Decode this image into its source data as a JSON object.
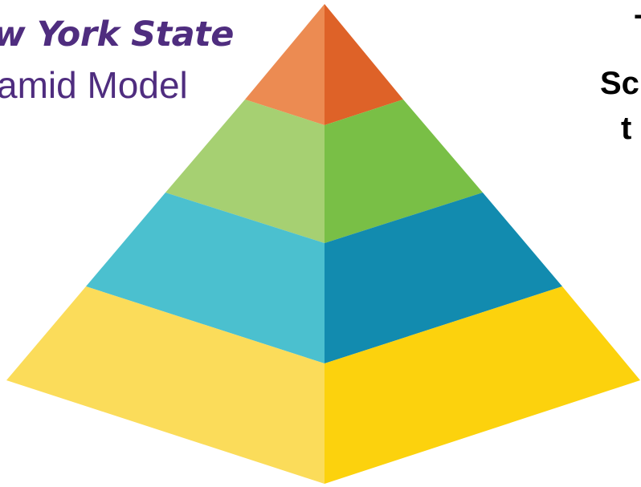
{
  "header": {
    "title": "w York State",
    "subtitle": "amid Model"
  },
  "side_text": {
    "line1": "T",
    "line2": "Sc",
    "line3": "t"
  },
  "pyramid": {
    "tiers": [
      {
        "name": "top",
        "left_color": "#ec8b52",
        "right_color": "#de6228"
      },
      {
        "name": "second",
        "left_color": "#a6d072",
        "right_color": "#79bf46"
      },
      {
        "name": "third",
        "left_color": "#4bc0cf",
        "right_color": "#128baf"
      },
      {
        "name": "base",
        "left_color": "#fbdc5a",
        "right_color": "#fcd20d"
      }
    ]
  }
}
